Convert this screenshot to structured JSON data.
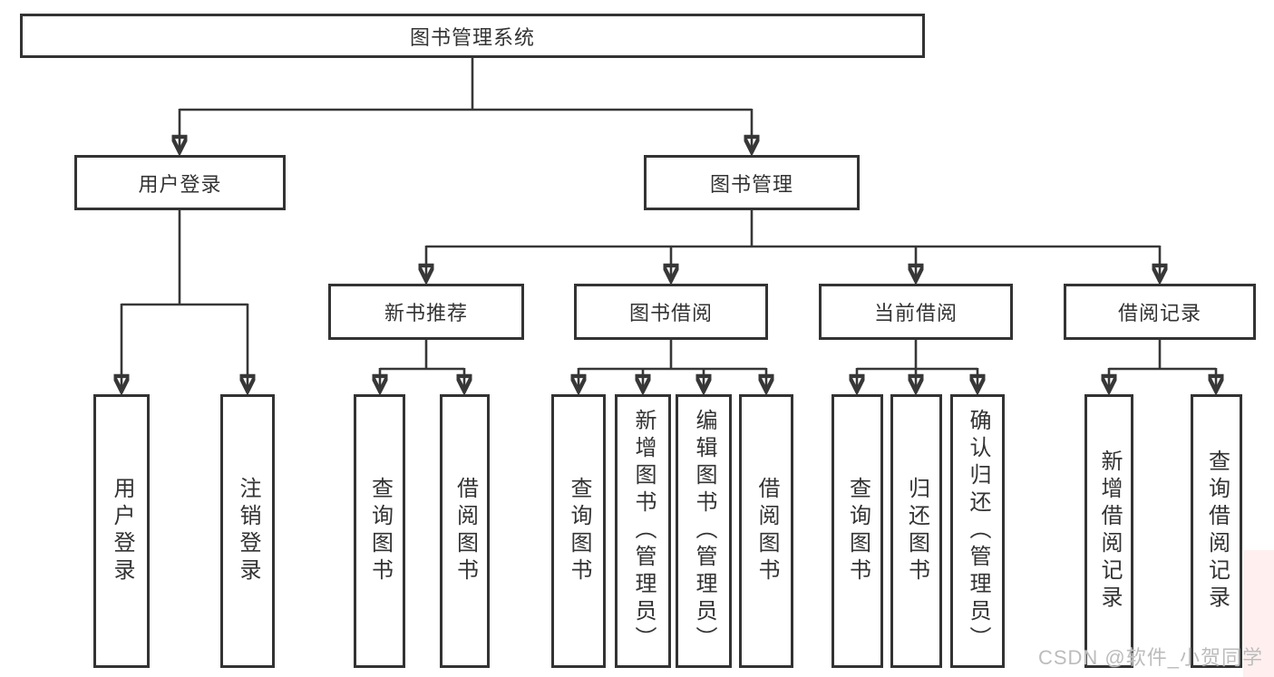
{
  "diagram": {
    "title": "图书管理系统",
    "root": {
      "label": "图书管理系统"
    },
    "level2": [
      {
        "label": "用户登录"
      },
      {
        "label": "图书管理"
      }
    ],
    "level3": [
      {
        "label": "新书推荐"
      },
      {
        "label": "图书借阅"
      },
      {
        "label": "当前借阅"
      },
      {
        "label": "借阅记录"
      }
    ],
    "leaves": {
      "user_login": [
        {
          "label": "用户登录"
        },
        {
          "label": "注销登录"
        }
      ],
      "new_book": [
        {
          "label": "查询图书"
        },
        {
          "label": "借阅图书"
        }
      ],
      "book_borrow": [
        {
          "label": "查询图书"
        },
        {
          "label": "新增图书（管理员）"
        },
        {
          "label": "编辑图书（管理员）"
        },
        {
          "label": "借阅图书"
        }
      ],
      "current_borrow": [
        {
          "label": "查询图书"
        },
        {
          "label": "归还图书"
        },
        {
          "label": "确认归还（管理员）"
        }
      ],
      "borrow_records": [
        {
          "label": "新增借阅记录"
        },
        {
          "label": "查询借阅记录"
        }
      ]
    }
  },
  "watermark": {
    "text": "CSDN @软件_小贺同学"
  },
  "colors": {
    "line": "#373737",
    "box_border": "#333333",
    "text": "#333333",
    "watermark": "#bcbcbc",
    "corner_tint": "#ffe9e9"
  }
}
